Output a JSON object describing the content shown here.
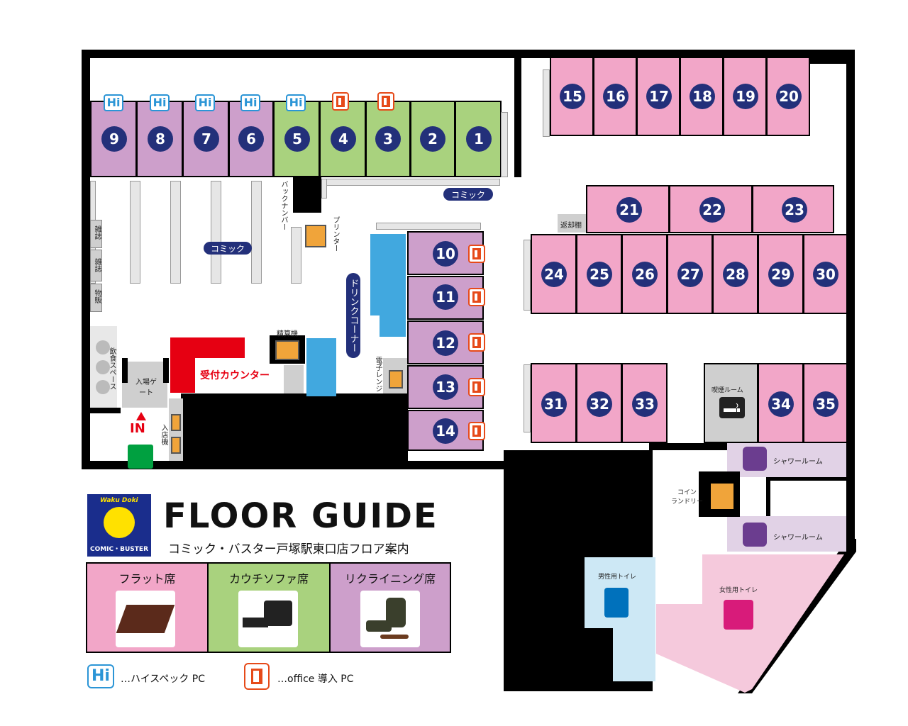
{
  "flat_rooms_top": [
    "15",
    "16",
    "17",
    "18",
    "19",
    "20"
  ],
  "couch_rooms": [
    "5",
    "4",
    "3",
    "2",
    "1"
  ],
  "recl_rooms_top": [
    "9",
    "8",
    "7",
    "6"
  ],
  "flat_rooms_mid": [
    "21",
    "22",
    "23"
  ],
  "flat_rooms_row": [
    "24",
    "25",
    "26",
    "27",
    "28",
    "29",
    "30"
  ],
  "recl_rooms_mid": [
    "10",
    "11",
    "12",
    "13",
    "14"
  ],
  "flat_rooms_bottom": [
    "31",
    "32",
    "33",
    "34",
    "35"
  ],
  "labels": {
    "comic_top": "コミック",
    "comic_left": "コミック",
    "back_number": "バックナンバー",
    "printer": "プリンター",
    "henkyaku": "返却棚",
    "drink_corner": "ドリンクコーナー",
    "zasshi1": "雑誌",
    "zasshi2": "雑誌",
    "buppan": "物販",
    "inshoku": "飲食スペース",
    "gate": "入場ゲート",
    "counter": "受付カウンター",
    "seisanki": "精算機",
    "microwave": "電子レンジ",
    "entry_machine": "入店機",
    "in": "IN",
    "smoking": "喫煙ルーム",
    "shower1": "シャワールーム",
    "shower2": "シャワールーム",
    "laundry": "コイン\nランドリー",
    "male_toilet": "男性用トイレ",
    "female_toilet": "女性用トイレ"
  },
  "hi_text": "Hi",
  "guide": {
    "title": "FLOOR GUIDE",
    "subtitle": "コミック・バスター戸塚駅東口店フロア案内",
    "logo_top": "Waku Doki",
    "logo_bottom": "COMIC・BUSTER",
    "seat_flat": "フラット席",
    "seat_couch": "カウチソファ席",
    "seat_recl": "リクライニング席",
    "legend_hi": "…ハイスペック PC",
    "legend_office": "…office 導入 PC"
  },
  "colors": {
    "flat": "#f2a6c8",
    "couch": "#a9d27e",
    "recl": "#cd9fcb",
    "navy": "#23307a",
    "drink": "#41a8df",
    "counter": "#e60012"
  }
}
